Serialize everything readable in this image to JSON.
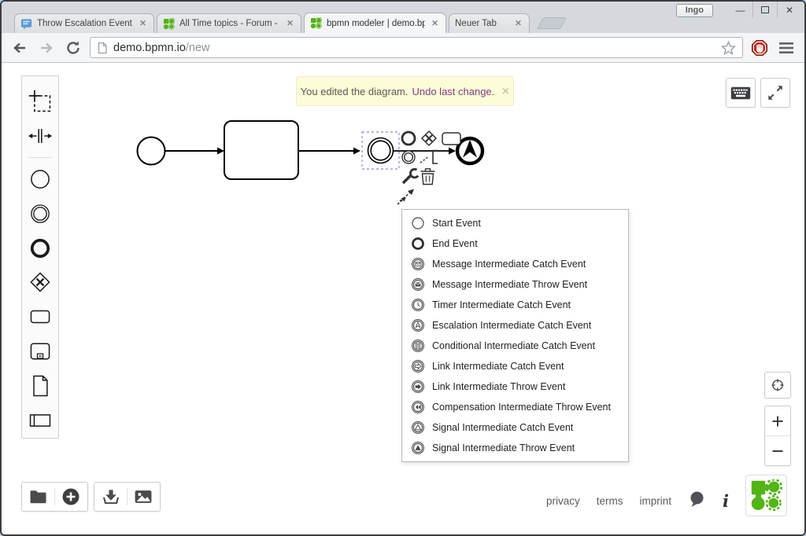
{
  "window": {
    "profile_label": "Ingo",
    "controls": {
      "minimize": "—",
      "close": "✕"
    }
  },
  "browser": {
    "tab_close_glyph": "✕",
    "tabs": [
      {
        "title": "Throw Escalation Event fro",
        "icon": "forum-icon",
        "active": false
      },
      {
        "title": "All Time topics - Forum - ",
        "icon": "bpmn-icon",
        "active": false
      },
      {
        "title": "bpmn modeler | demo.bp",
        "icon": "bpmn-icon",
        "active": true
      },
      {
        "title": "Neuer Tab",
        "icon": null,
        "active": false
      }
    ],
    "address": {
      "host": "demo.bpmn.io",
      "path": "/new"
    }
  },
  "notification": {
    "text": "You edited the diagram.",
    "action_label": "Undo last change.",
    "close_glyph": "✕"
  },
  "palette": {
    "tools": [
      "lasso-tool",
      "space-tool"
    ],
    "elements": [
      "start-event",
      "intermediate-event",
      "end-event",
      "exclusive-gateway",
      "task",
      "sub-process",
      "data-object",
      "participant"
    ]
  },
  "context_pad": [
    "append-end-event",
    "append-gateway",
    "append-task",
    "append-intermediate-event",
    "append-text-annotation",
    "change-type-wrench",
    "delete-trash",
    "connect-tool"
  ],
  "menu": {
    "items": [
      {
        "label": "Start Event",
        "icon": "start-event-icon"
      },
      {
        "label": "End Event",
        "icon": "end-event-icon"
      },
      {
        "label": "Message Intermediate Catch Event",
        "icon": "message-catch-icon"
      },
      {
        "label": "Message Intermediate Throw Event",
        "icon": "message-throw-icon"
      },
      {
        "label": "Timer Intermediate Catch Event",
        "icon": "timer-icon"
      },
      {
        "label": "Escalation Intermediate Catch Event",
        "icon": "escalation-catch-icon"
      },
      {
        "label": "Conditional Intermediate Catch Event",
        "icon": "conditional-icon"
      },
      {
        "label": "Link Intermediate Catch Event",
        "icon": "link-catch-icon"
      },
      {
        "label": "Link Intermediate Throw Event",
        "icon": "link-throw-icon"
      },
      {
        "label": "Compensation Intermediate Throw Event",
        "icon": "compensation-icon"
      },
      {
        "label": "Signal Intermediate Catch Event",
        "icon": "signal-catch-icon"
      },
      {
        "label": "Signal Intermediate Throw Event",
        "icon": "signal-throw-icon"
      }
    ]
  },
  "footer": {
    "links": [
      "privacy",
      "terms",
      "imprint"
    ],
    "icons": [
      "feedback-bubble-icon",
      "info-icon",
      "bpmn-io-logo"
    ]
  },
  "canvas_buttons": [
    "keyboard-shortcuts",
    "fullscreen",
    "reset-origin",
    "zoom-in",
    "zoom-out"
  ],
  "file_buttons": [
    "open-folder",
    "create-new",
    "download-bpmn",
    "export-image"
  ],
  "colors": {
    "accent_green": "#52b415",
    "selection_blue": "#8888ee",
    "notification_bg": "#fcfcd8",
    "link_purple": "#80407f",
    "octagon_red": "#c0271a"
  }
}
